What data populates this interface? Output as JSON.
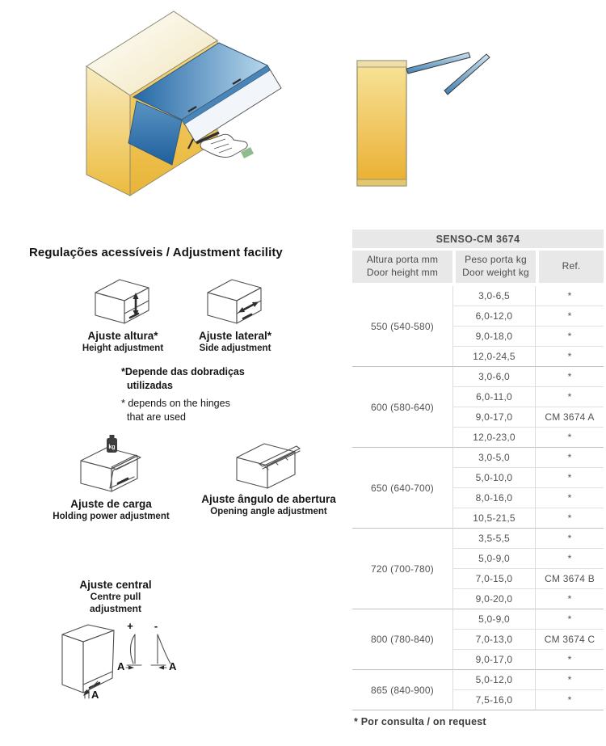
{
  "adjustments": {
    "heading": "Regulações acessíveis / Adjustment facility",
    "height": {
      "pt": "Ajuste altura*",
      "en": "Height adjustment"
    },
    "side": {
      "pt": "Ajuste lateral*",
      "en": "Side adjustment"
    },
    "load": {
      "pt": "Ajuste de carga",
      "en": "Holding power adjustment"
    },
    "angle": {
      "pt": "Ajuste ângulo de abertura",
      "en": "Opening angle adjustment"
    },
    "central": {
      "pt": "Ajuste central",
      "en1": "Centre pull",
      "en2": "adjustment"
    },
    "hinge_note": {
      "pt1": "*Depende das dobradiças",
      "pt2": "utilizadas",
      "en1": "* depends on the hinges",
      "en2": "that are used"
    },
    "marks": {
      "plus": "+",
      "minus": "-",
      "dim": "A",
      "weight_unit": "kg"
    }
  },
  "table": {
    "title": "SENSO-CM 3674",
    "columns": {
      "height_line1": "Altura porta mm",
      "height_line2": "Door height mm",
      "weight_line1": "Peso porta kg",
      "weight_line2": "Door weight kg",
      "ref": "Ref."
    },
    "groups": [
      {
        "height": "550 (540-580)",
        "rows": [
          {
            "weight": "3,0-6,5",
            "ref": "*"
          },
          {
            "weight": "6,0-12,0",
            "ref": "*"
          },
          {
            "weight": "9,0-18,0",
            "ref": "*"
          },
          {
            "weight": "12,0-24,5",
            "ref": "*"
          }
        ]
      },
      {
        "height": "600 (580-640)",
        "rows": [
          {
            "weight": "3,0-6,0",
            "ref": "*"
          },
          {
            "weight": "6,0-11,0",
            "ref": "*"
          },
          {
            "weight": "9,0-17,0",
            "ref": "CM 3674 A"
          },
          {
            "weight": "12,0-23,0",
            "ref": "*"
          }
        ]
      },
      {
        "height": "650 (640-700)",
        "rows": [
          {
            "weight": "3,0-5,0",
            "ref": "*"
          },
          {
            "weight": "5,0-10,0",
            "ref": "*"
          },
          {
            "weight": "8,0-16,0",
            "ref": "*"
          },
          {
            "weight": "10,5-21,5",
            "ref": "*"
          }
        ]
      },
      {
        "height": "720 (700-780)",
        "rows": [
          {
            "weight": "3,5-5,5",
            "ref": "*"
          },
          {
            "weight": "5,0-9,0",
            "ref": "*"
          },
          {
            "weight": "7,0-15,0",
            "ref": "CM 3674 B"
          },
          {
            "weight": "9,0-20,0",
            "ref": "*"
          }
        ]
      },
      {
        "height": "800 (780-840)",
        "rows": [
          {
            "weight": "5,0-9,0",
            "ref": "*"
          },
          {
            "weight": "7,0-13,0",
            "ref": "CM 3674 C"
          },
          {
            "weight": "9,0-17,0",
            "ref": "*"
          }
        ]
      },
      {
        "height": "865 (840-900)",
        "rows": [
          {
            "weight": "5,0-12,0",
            "ref": "*"
          },
          {
            "weight": "7,5-16,0",
            "ref": "*"
          }
        ]
      }
    ],
    "footnote": "* Por consulta / on request"
  },
  "colors": {
    "cabinet_yellow": "#eec14e",
    "door_blue": "#2e73ae",
    "table_header_bg": "#e8e8e8",
    "table_text": "#515156"
  }
}
